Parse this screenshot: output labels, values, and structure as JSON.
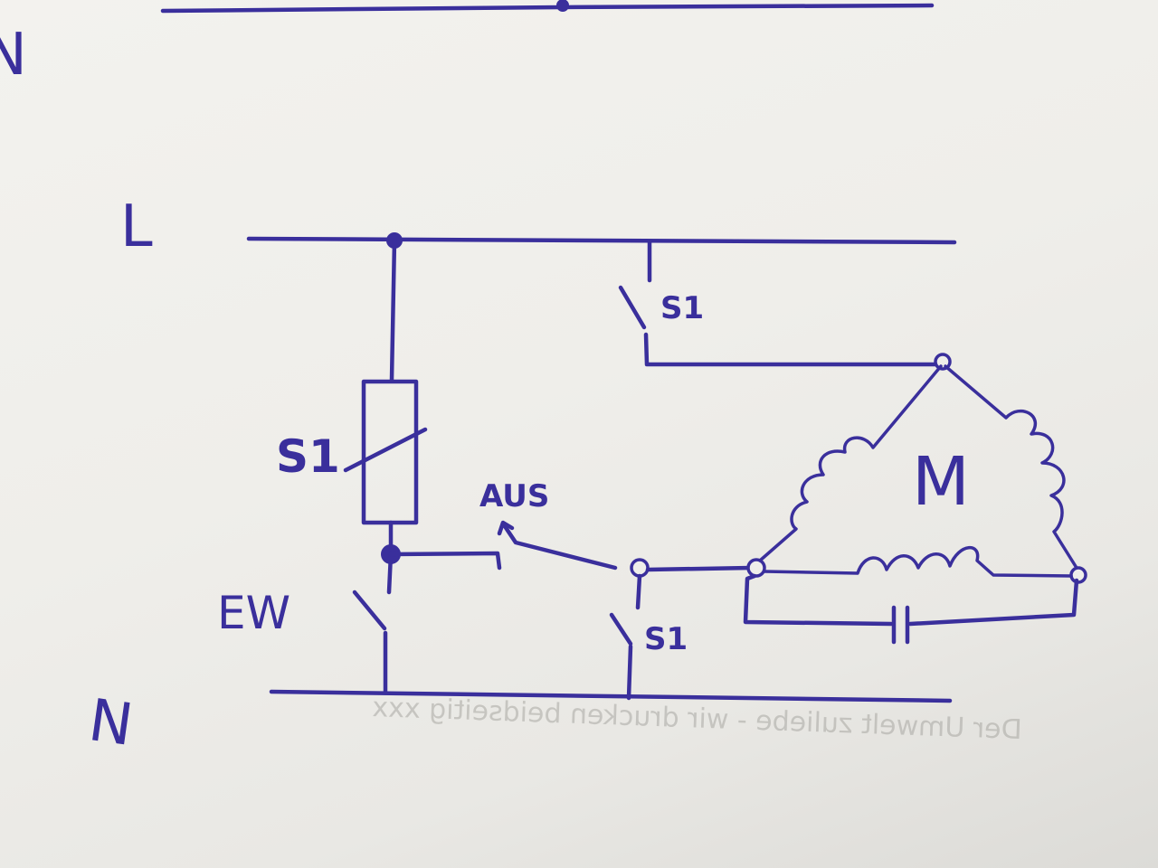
{
  "colors": {
    "ink": "#3a2f9c"
  },
  "labels": {
    "line_l": "L",
    "line_n": "N",
    "coil": "S1",
    "switch_top": "S1",
    "switch_bottom": "S1",
    "stop_button": "AUS",
    "start_button": "EW",
    "motor": "M",
    "top_left_fragment": "N"
  },
  "show_through_text": "Der Umwelt zuliebe - wir drucken beidseitig xxx"
}
